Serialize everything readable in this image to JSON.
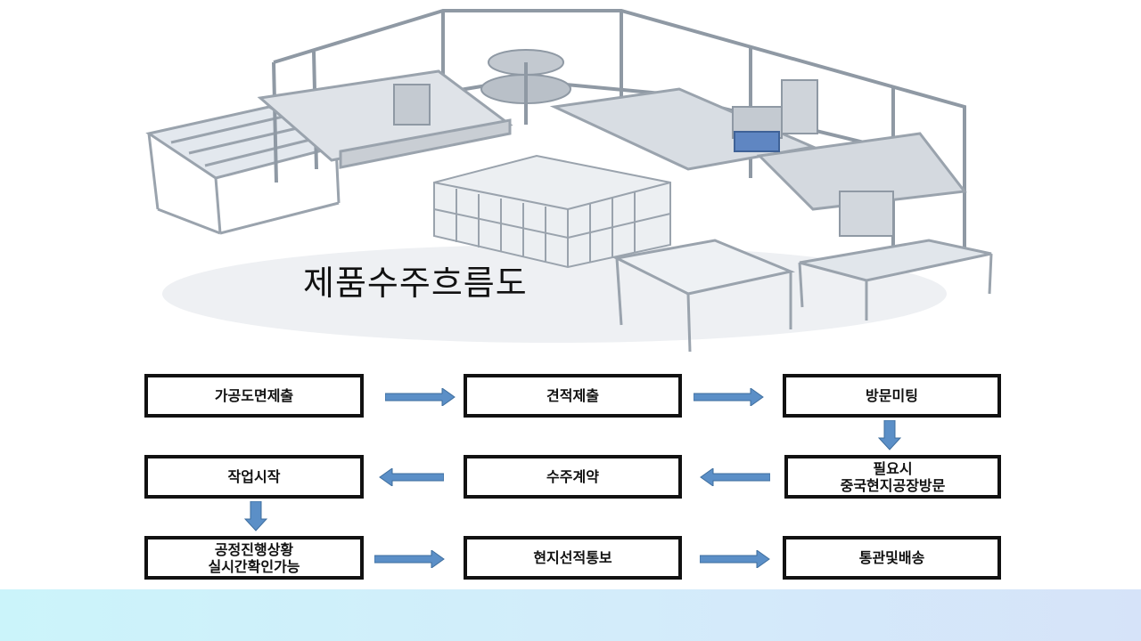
{
  "title": "제품수주흐름도",
  "flow": {
    "step1": "가공도면제출",
    "step2": "견적제출",
    "step3": "방문미팅",
    "step4": {
      "line1": "필요시",
      "line2": "중국현지공장방문"
    },
    "step5": "수주계약",
    "step6": "작업시작",
    "step7": {
      "line1": "공정진행상황",
      "line2": "실시간확인가능"
    },
    "step8": "현지선적통보",
    "step9": "통관및배송"
  },
  "colors": {
    "arrow": "#5b8fc7",
    "arrow_stroke": "#3e6e9e",
    "box_border": "#111111"
  },
  "icons": {
    "arrow_right": "arrow-right-icon",
    "arrow_left": "arrow-left-icon",
    "arrow_down": "arrow-down-icon"
  }
}
